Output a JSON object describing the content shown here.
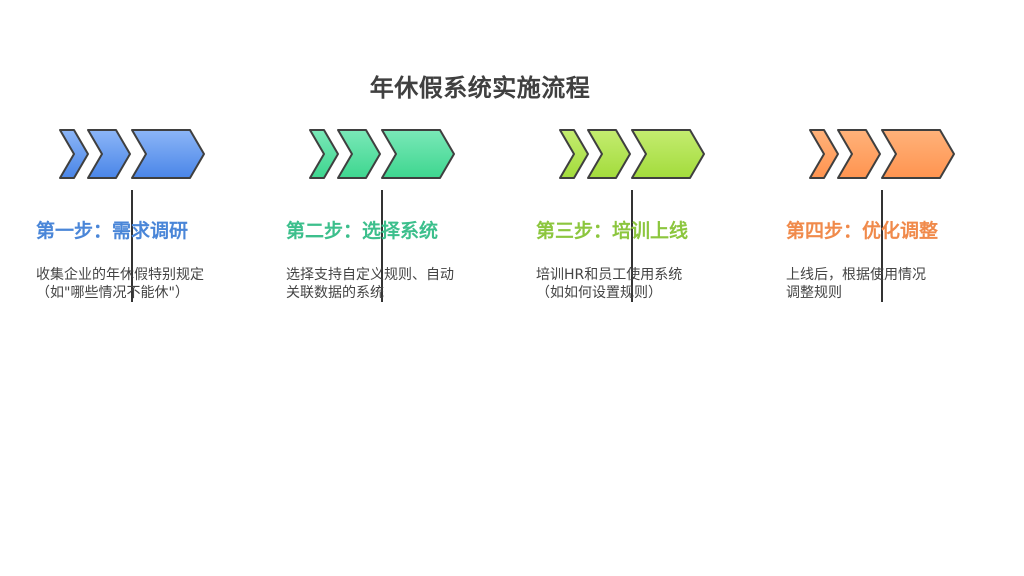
{
  "title": "年休假系统实施流程",
  "steps": [
    {
      "heading": "第一步：需求调研",
      "desc_lines": [
        "收集企业的年休假特别规定",
        "（如\"哪些情况不能休\"）"
      ],
      "color": "#4a86d8",
      "fill_light": "#8cb6f7",
      "fill_dark": "#4a86e8"
    },
    {
      "heading": "第二步：选择系统",
      "desc_lines": [
        "选择支持自定义规则、自动",
        "关联数据的系统"
      ],
      "color": "#3cbf8c",
      "fill_light": "#7ae8b8",
      "fill_dark": "#3ed68f"
    },
    {
      "heading": "第三步：培训上线",
      "desc_lines": [
        "培训HR和员工使用系统",
        "（如如何设置规则）"
      ],
      "color": "#8cc63e",
      "fill_light": "#c4ec70",
      "fill_dark": "#a3dc3c"
    },
    {
      "heading": "第四步：优化调整",
      "desc_lines": [
        "上线后，根据使用情况",
        "调整规则"
      ],
      "color": "#f08a4b",
      "fill_light": "#ffb27a",
      "fill_dark": "#ff9450"
    }
  ]
}
